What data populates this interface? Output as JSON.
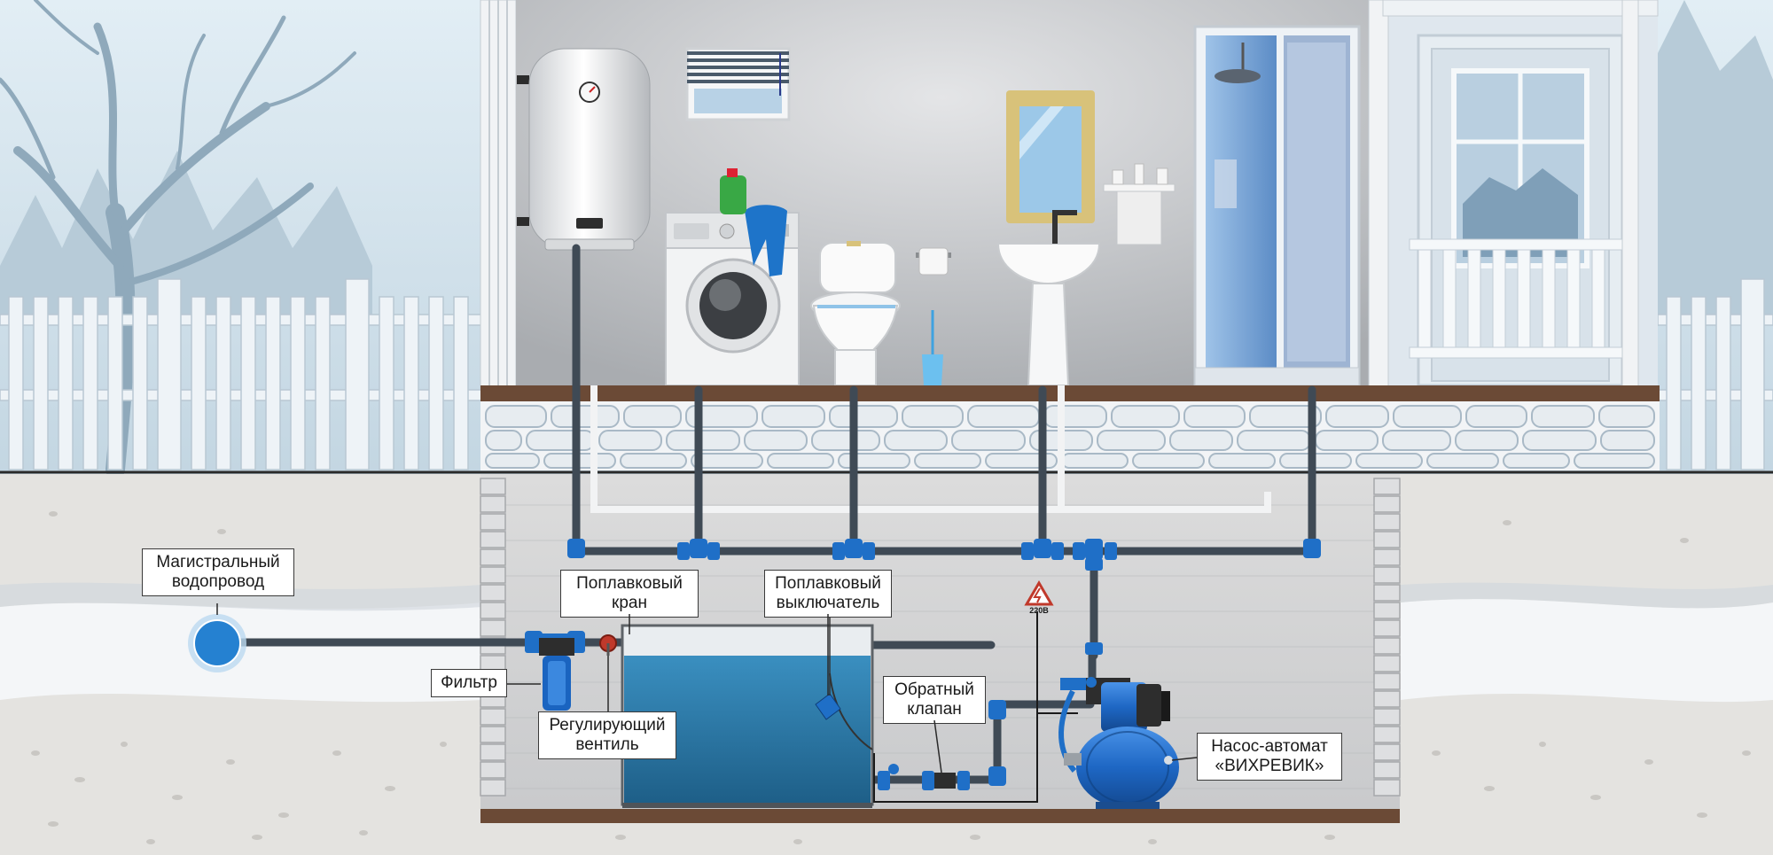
{
  "labels": {
    "main": {
      "line1": "Магистральный",
      "line2": "водопровод"
    },
    "float_valve": {
      "line1": "Поплавковый",
      "line2": "кран"
    },
    "float_switch": {
      "line1": "Поплавковый",
      "line2": "выключатель"
    },
    "filter": {
      "line1": "Фильтр"
    },
    "reg_valve": {
      "line1": "Регулирующий",
      "line2": "вентиль"
    },
    "check_valve": {
      "line1": "Обратный",
      "line2": "клапан"
    },
    "pump": {
      "line1": "Насос-автомат",
      "line2": "«ВИХРЕВИК»"
    }
  },
  "voltage": "220В",
  "colors": {
    "sky": "#d6e6ef",
    "wall": "#b9bcbf",
    "pipe": "#3f4a55",
    "fitting": "#1f6fc7",
    "water": "#2c7cab",
    "pump": "#1e67c4",
    "ground": "#e8e6e2",
    "beam": "#6b4a36"
  },
  "icons": [
    "electric-hazard-icon"
  ]
}
